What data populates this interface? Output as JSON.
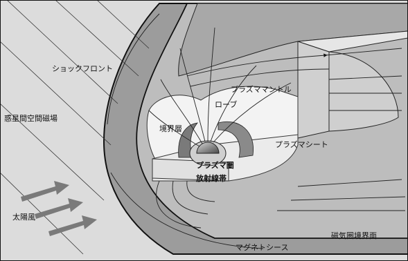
{
  "figure": {
    "labels": {
      "shock_front": "ショックフロント",
      "imf": "惑星間空間磁場",
      "solar_wind": "太陽風",
      "plasma_mantle": "プラズママントル",
      "lobe": "ローブ",
      "boundary_layer": "境界層",
      "plasma_sheet": "プラズマシート",
      "plasmasphere": "プラズマ圏",
      "radiation_belt": "放射線帯",
      "magnetopause": "磁気圏境界面",
      "magnetosheath": "マグネトシース"
    },
    "colors": {
      "solar_wind_region": "#d9d9d9",
      "magnetosheath": "#9a9a9a",
      "magnetosphere_outer": "#b8b8b8",
      "magnetosphere_inner": "#f2f2f2",
      "plasma_sheet": "#e9e9e9",
      "earth": "#6e6e6e",
      "solar_wind_arrows": "#7a7a7a"
    }
  }
}
